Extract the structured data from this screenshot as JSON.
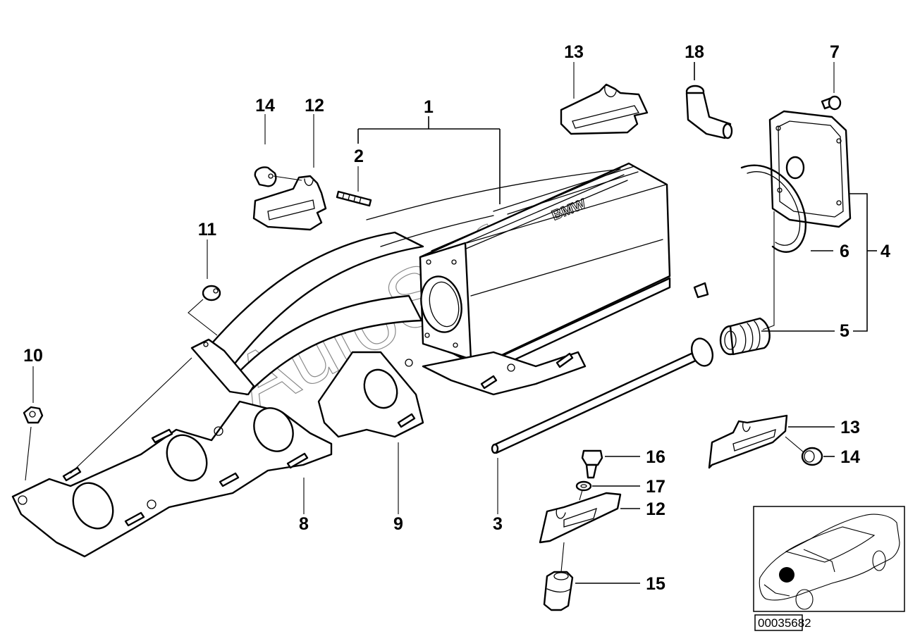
{
  "diagram": {
    "title": "Intake manifold system – exploded parts diagram",
    "diagram_code": "00035682",
    "watermark": "AutoSoft",
    "logo_text": "BMW",
    "colors": {
      "line": "#000000",
      "background": "#ffffff",
      "watermark": "#8a8a8a"
    },
    "callouts": [
      {
        "id": "c1",
        "label": "1"
      },
      {
        "id": "c2",
        "label": "2"
      },
      {
        "id": "c3",
        "label": "3"
      },
      {
        "id": "c4",
        "label": "4"
      },
      {
        "id": "c5",
        "label": "5"
      },
      {
        "id": "c6",
        "label": "6"
      },
      {
        "id": "c7",
        "label": "7"
      },
      {
        "id": "c8",
        "label": "8"
      },
      {
        "id": "c9",
        "label": "9"
      },
      {
        "id": "c10",
        "label": "10"
      },
      {
        "id": "c11",
        "label": "11"
      },
      {
        "id": "c12a",
        "label": "12"
      },
      {
        "id": "c12b",
        "label": "12"
      },
      {
        "id": "c13a",
        "label": "13"
      },
      {
        "id": "c13b",
        "label": "13"
      },
      {
        "id": "c14a",
        "label": "14"
      },
      {
        "id": "c14b",
        "label": "14"
      },
      {
        "id": "c15",
        "label": "15"
      },
      {
        "id": "c16",
        "label": "16"
      },
      {
        "id": "c17",
        "label": "17"
      },
      {
        "id": "c18",
        "label": "18"
      }
    ]
  }
}
